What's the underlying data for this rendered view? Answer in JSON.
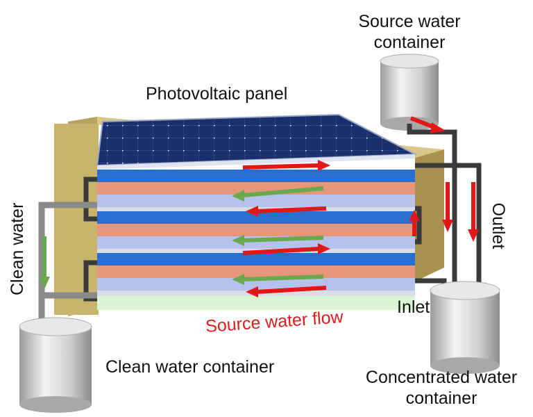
{
  "labels": {
    "source_container": [
      "Source water",
      "container"
    ],
    "photovoltaic_panel": "Photovoltaic panel",
    "clean_water": "Clean water",
    "outlet": "Outlet",
    "inlet": "Inlet",
    "source_water_flow": "Source water flow",
    "clean_container": "Clean water container",
    "concentrated_container": [
      "Concentrated water",
      "container"
    ]
  },
  "colors": {
    "frame": "#c9b46e",
    "frame_dark": "#a8924e",
    "solar_panel": "#1b2f6b",
    "channel_blue": "#2a6fd0",
    "membrane_salmon": "#e8967a",
    "channel_lavender": "#b6c2ec",
    "clean_layer": "#d9f5d4",
    "pipe": "#3a3a3a",
    "flow_red": "#e01818",
    "flow_green": "#6aa84f",
    "container": "#d8d8d8"
  }
}
